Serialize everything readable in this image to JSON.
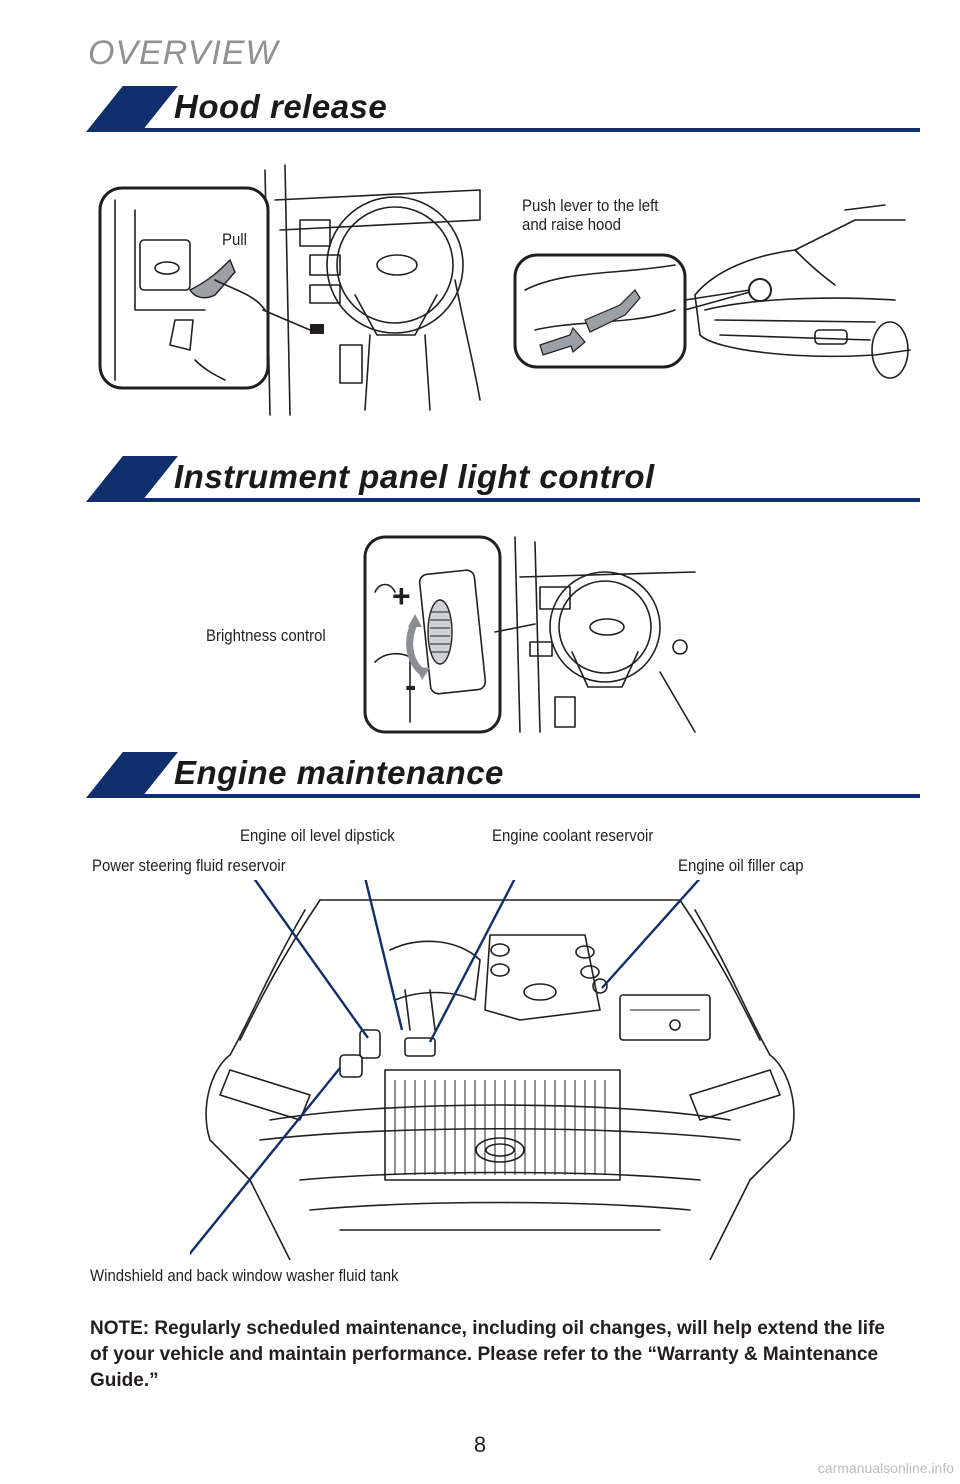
{
  "header": {
    "overview": "OVERVIEW"
  },
  "sections": {
    "hood_release": {
      "title": "Hood release",
      "label_pull": "Pull",
      "label_push": "Push lever to the left\nand raise hood"
    },
    "instrument_panel": {
      "title": "Instrument panel light control",
      "label_brightness": "Brightness control"
    },
    "engine": {
      "title": "Engine maintenance",
      "labels": {
        "dipstick": "Engine oil level dipstick",
        "coolant": "Engine coolant reservoir",
        "power_steering": "Power steering fluid reservoir",
        "oil_filler": "Engine oil filler cap",
        "washer": "Windshield and back window washer fluid tank"
      }
    }
  },
  "note": "NOTE: Regularly scheduled maintenance, including oil changes, will help extend the life of your vehicle and maintain performance. Please refer to the “Warranty & Maintenance Guide.”",
  "page_number": "8",
  "watermark": "carmanualsonline.info",
  "colors": {
    "accent": "#10306d",
    "overview_gray": "#8f9193"
  }
}
